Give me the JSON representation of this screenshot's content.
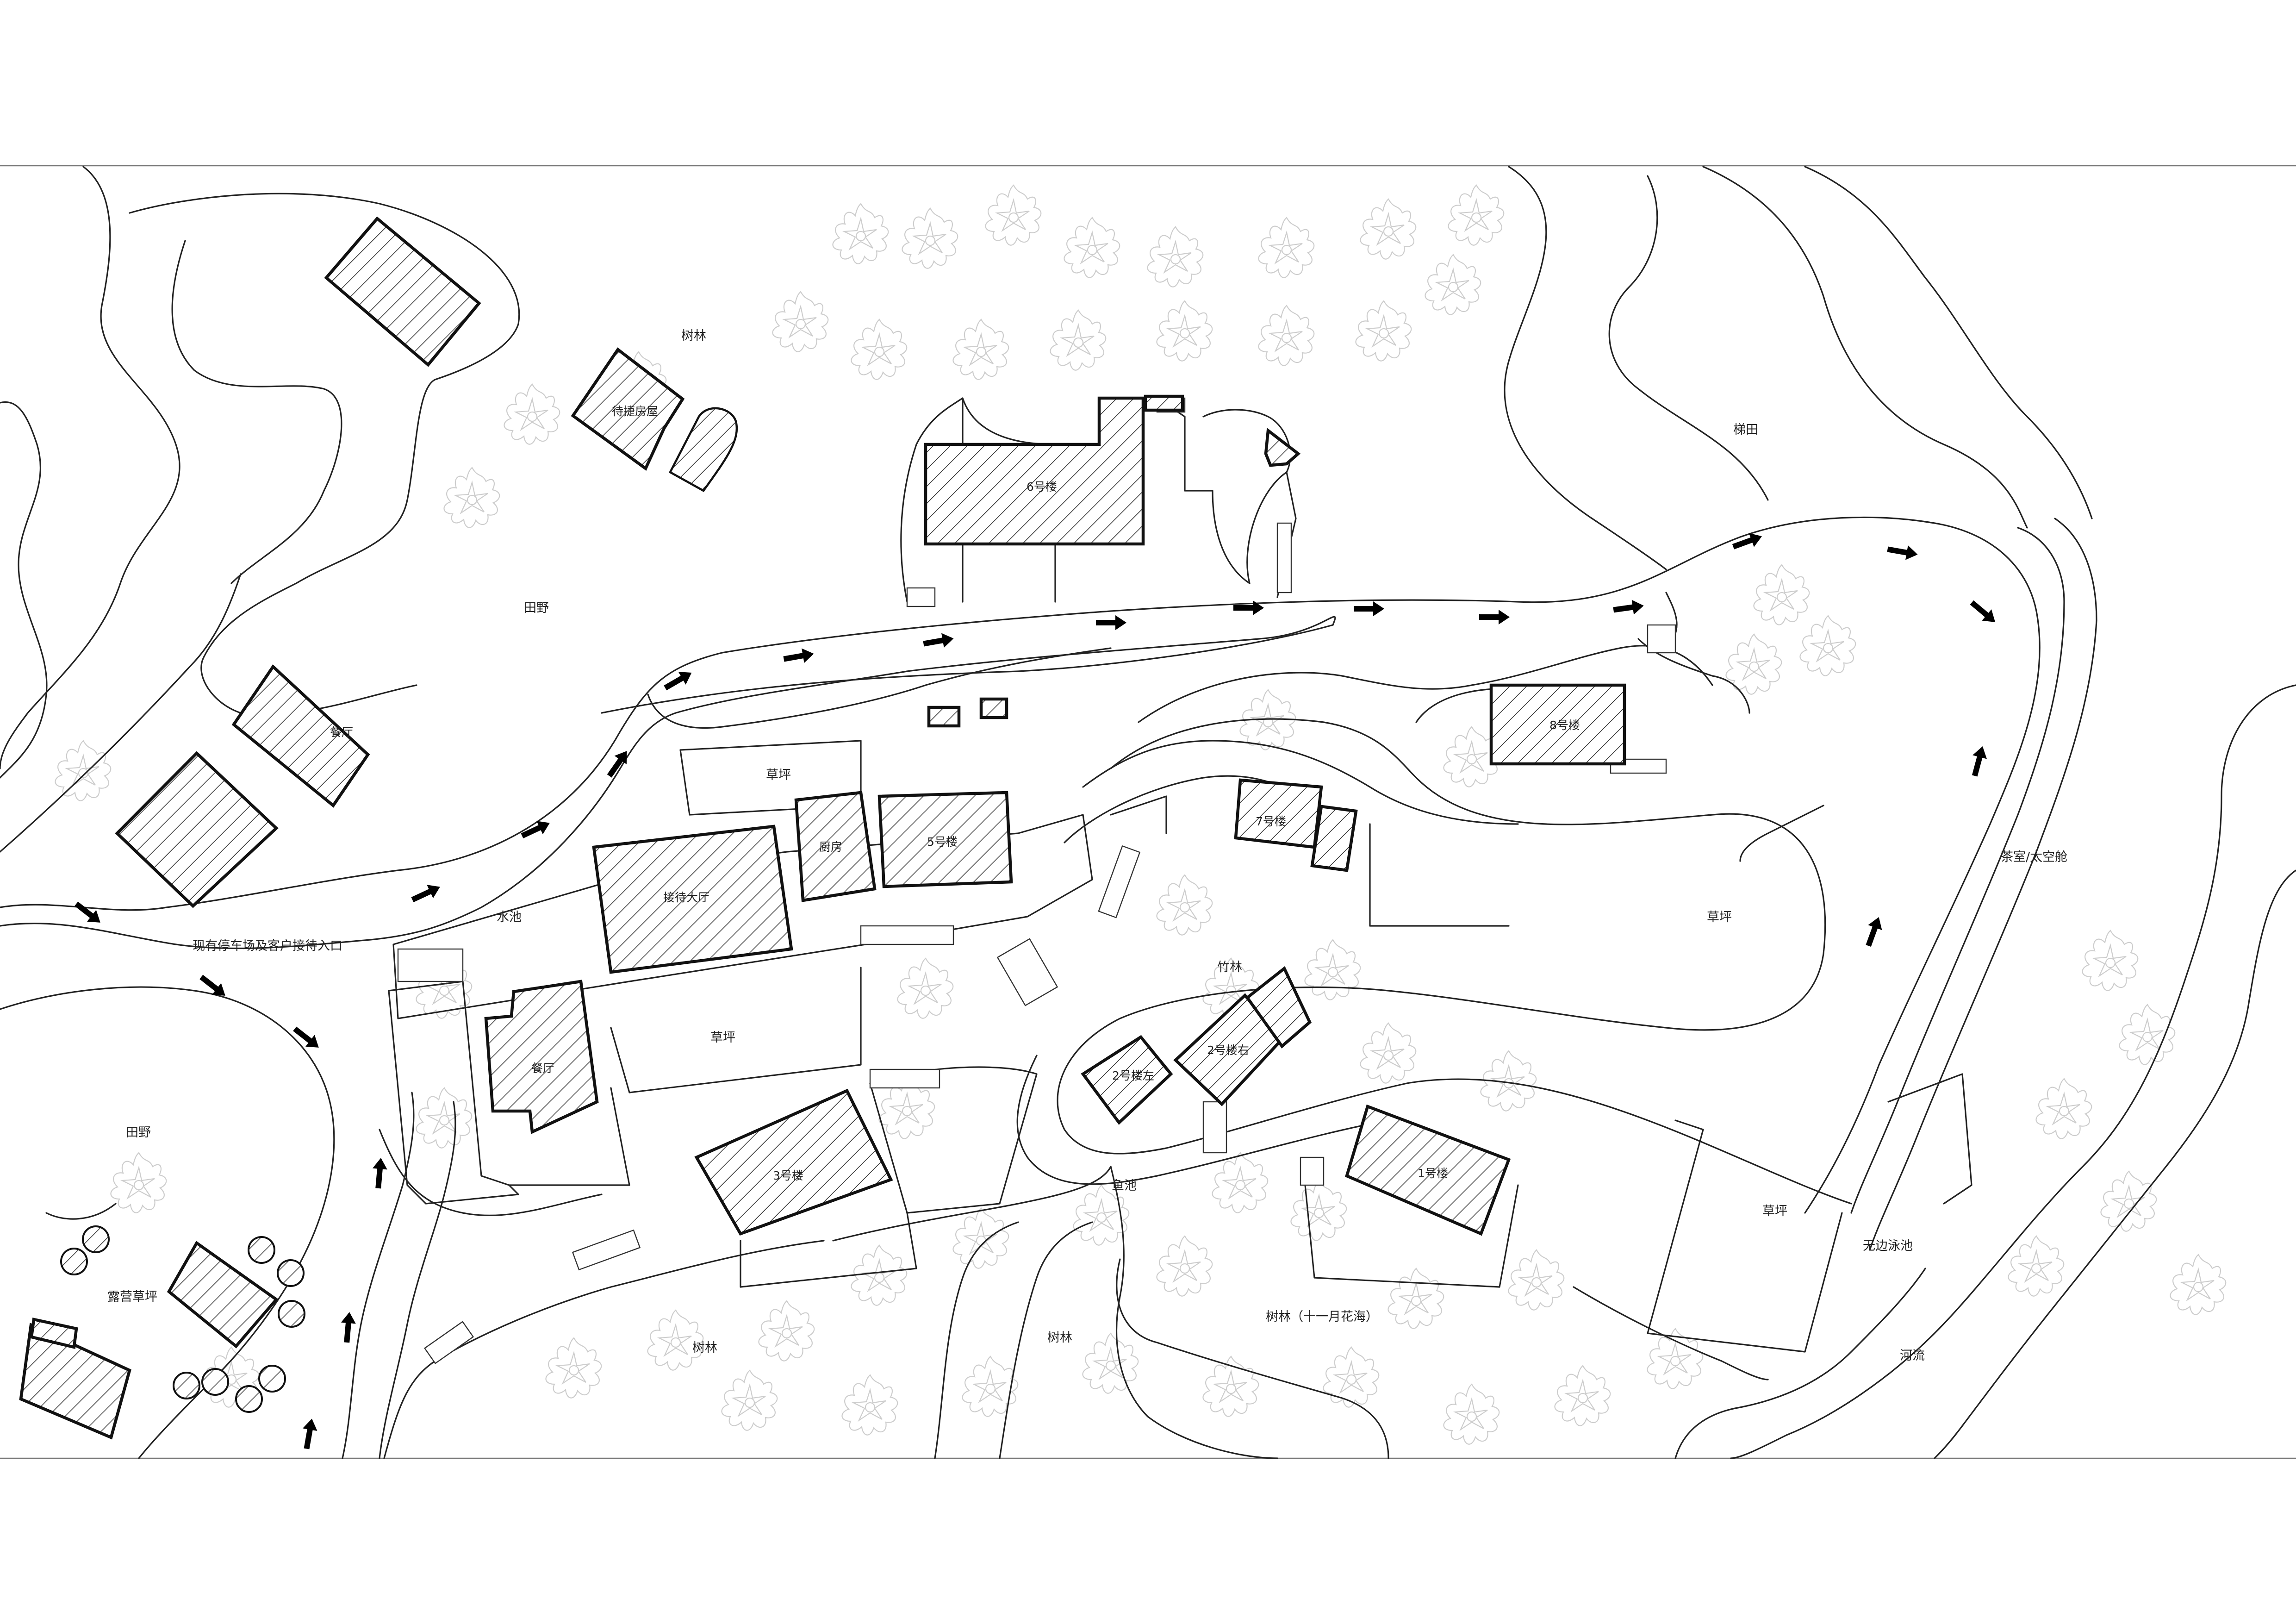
{
  "labels": {
    "woods_top": "树林",
    "field_top": "田野",
    "terraces": "梯田",
    "waiting_room": "待捷房屋",
    "bldg6": "6号楼",
    "bldg8": "8号楼",
    "bldg7": "7号楼",
    "bldg5": "5号楼",
    "kitchen": "厨房",
    "reception": "接待大厅",
    "lawn_a": "草坪",
    "lawn_b": "草坪",
    "lawn_c": "草坪",
    "lawn_d": "草坪",
    "pond": "水池",
    "parking": "现有停车场及客户接待入口",
    "restaurant_top": "餐厅",
    "restaurant_mid": "餐厅",
    "field_left": "田野",
    "camping": "露营草坪",
    "bamboo": "竹林",
    "bldg2_left": "2号楼左",
    "bldg2_right": "2号楼右",
    "bldg3": "3号楼",
    "bldg1": "1号楼",
    "fish_pond": "鱼池",
    "woods_a": "树林",
    "woods_b": "树林",
    "woods_flower": "树林（十一月花海）",
    "tea_room": "茶室/太空舱",
    "infinity_pool": "无边泳池",
    "river": "河流"
  },
  "icons": {
    "north_arrows": "direction-arrow-icon",
    "trees": "tree-canopy-icon",
    "buildings": "hatched-building-icon"
  },
  "colors": {
    "line": "#222222",
    "hatch": "#333333",
    "tree": "#cdcdcd",
    "background": "#ffffff"
  }
}
